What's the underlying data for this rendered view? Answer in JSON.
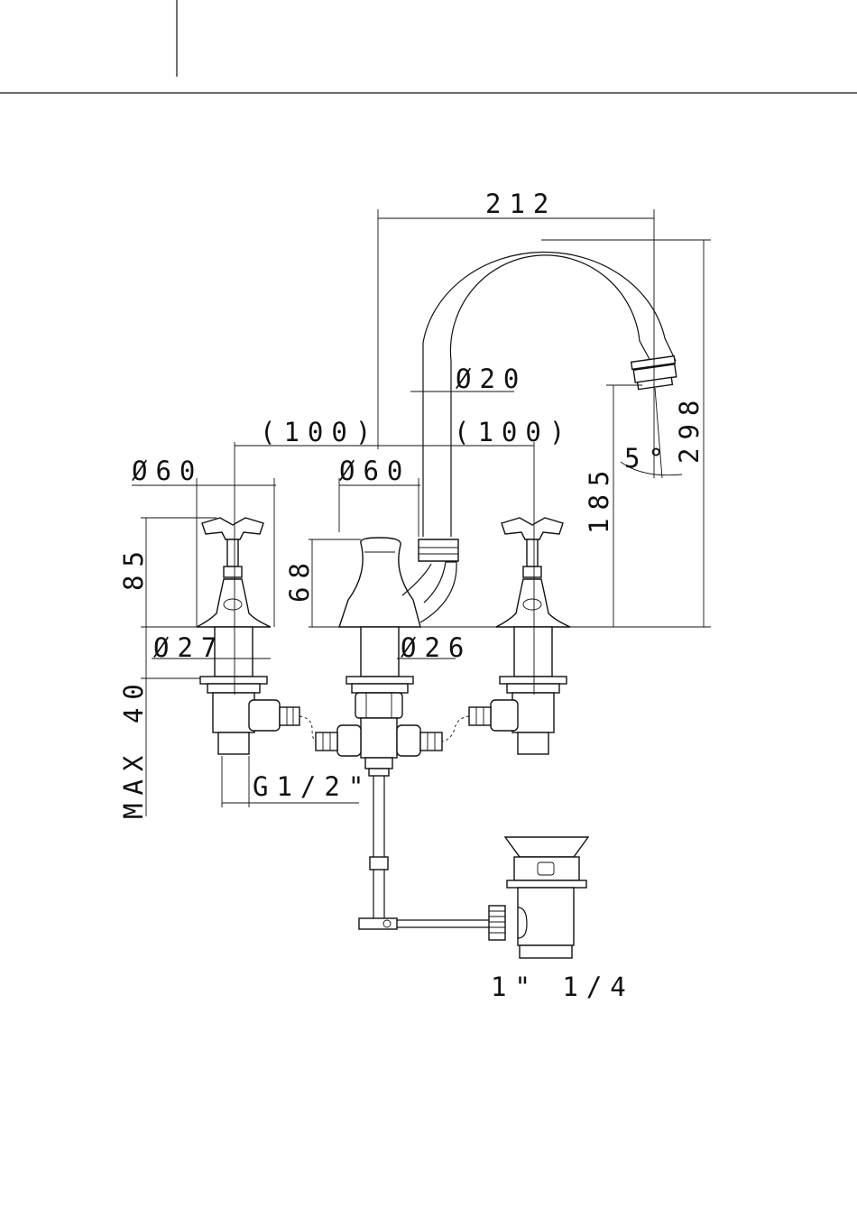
{
  "dimensions": {
    "spout_reach": "212",
    "spout_diameter": "Ø20",
    "spacing_left": "(100)",
    "spacing_right": "(100)",
    "handle_base_diameter": "Ø60",
    "body_base_diameter": "Ø60",
    "handle_height": "85",
    "body_height": "68",
    "spout_outlet_height": "185",
    "total_height": "298",
    "spout_angle": "5°",
    "shank_diameter_valve": "Ø27",
    "shank_diameter_body": "Ø26",
    "max_deck_thickness": "MAX 40",
    "inlet_thread": "G1/2\"",
    "waste_size": "1\"  1/4"
  }
}
